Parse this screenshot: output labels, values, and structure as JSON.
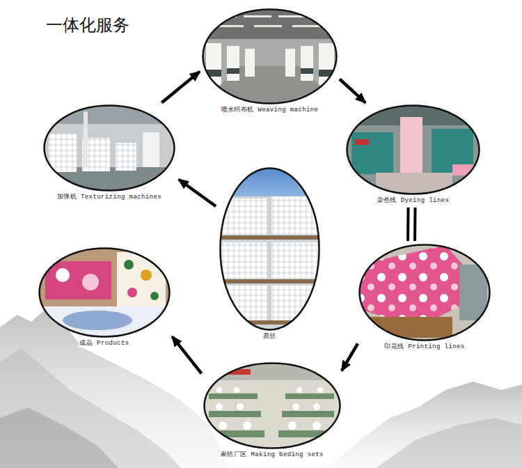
{
  "diagram": {
    "title": "一体化服务",
    "nodes": [
      {
        "text": [
          "喷水织布机 Weaving machine"
        ]
      },
      {
        "text": [
          "加弹机 Texturizing machines"
        ]
      },
      {
        "text": [
          "染色线 Dyeing lines"
        ]
      },
      {
        "text": [
          "原丝"
        ]
      },
      {
        "text": [
          "成品 Products"
        ]
      },
      {
        "text": [
          "印花线 Printing lines"
        ]
      },
      {
        "text": [
          "家纺厂区 Making beding sets"
        ]
      }
    ],
    "edges": [
      {
        "from": 3,
        "to": 1,
        "arrow": "to"
      },
      {
        "from": 1,
        "to": 0,
        "arrow": "to"
      },
      {
        "from": 0,
        "to": 2,
        "arrow": "to"
      },
      {
        "from": 2,
        "to": 5,
        "arrow": "none"
      },
      {
        "from": 5,
        "to": 6,
        "arrow": "to"
      },
      {
        "from": 6,
        "to": 4,
        "arrow": "to"
      }
    ]
  }
}
